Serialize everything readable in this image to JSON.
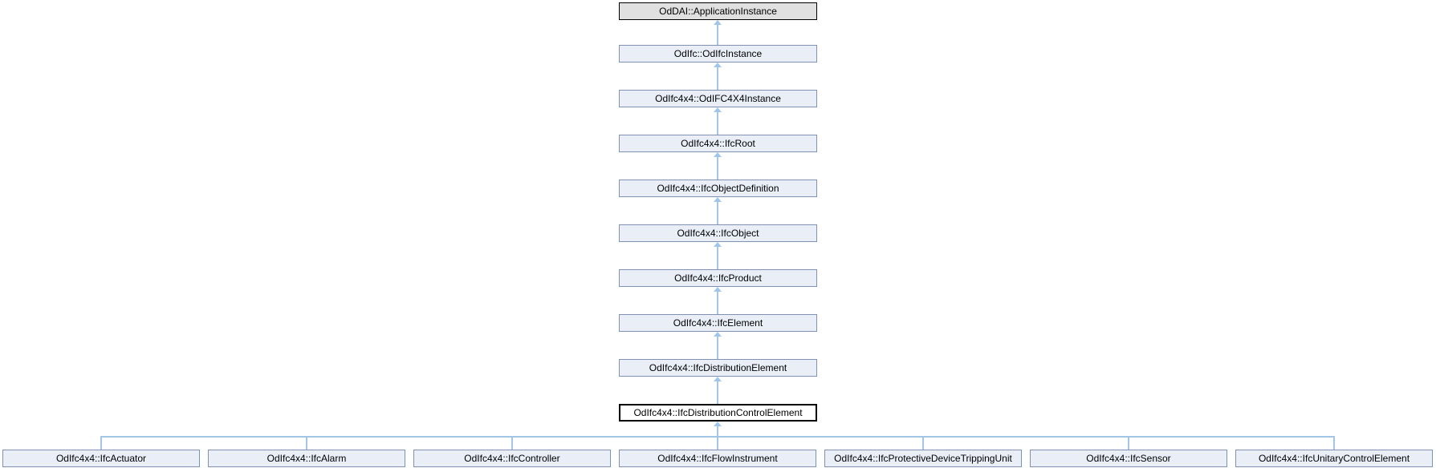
{
  "diagram": {
    "type": "class-inheritance-graph",
    "current_class": "OdIfc4x4::IfcDistributionControlElement",
    "colors": {
      "root_fill": "#e0e0e0",
      "root_border": "#000000",
      "node_fill": "#e9eef7",
      "node_border": "#8191b4",
      "current_fill": "#ffffff",
      "current_border": "#000000",
      "edge": "#a2c6e7",
      "text": "#000000",
      "bg": "#ffffff"
    },
    "chain": [
      {
        "label": "OdDAI::ApplicationInstance",
        "style": "root"
      },
      {
        "label": "OdIfc::OdIfcInstance",
        "style": "node"
      },
      {
        "label": "OdIfc4x4::OdIFC4X4Instance",
        "style": "node"
      },
      {
        "label": "OdIfc4x4::IfcRoot",
        "style": "node"
      },
      {
        "label": "OdIfc4x4::IfcObjectDefinition",
        "style": "node"
      },
      {
        "label": "OdIfc4x4::IfcObject",
        "style": "node"
      },
      {
        "label": "OdIfc4x4::IfcProduct",
        "style": "node"
      },
      {
        "label": "OdIfc4x4::IfcElement",
        "style": "node"
      },
      {
        "label": "OdIfc4x4::IfcDistributionElement",
        "style": "node"
      },
      {
        "label": "OdIfc4x4::IfcDistributionControlElement",
        "style": "current"
      }
    ],
    "children": [
      {
        "label": "OdIfc4x4::IfcActuator"
      },
      {
        "label": "OdIfc4x4::IfcAlarm"
      },
      {
        "label": "OdIfc4x4::IfcController"
      },
      {
        "label": "OdIfc4x4::IfcFlowInstrument"
      },
      {
        "label": "OdIfc4x4::IfcProtectiveDeviceTrippingUnit"
      },
      {
        "label": "OdIfc4x4::IfcSensor"
      },
      {
        "label": "OdIfc4x4::IfcUnitaryControlElement"
      }
    ]
  }
}
